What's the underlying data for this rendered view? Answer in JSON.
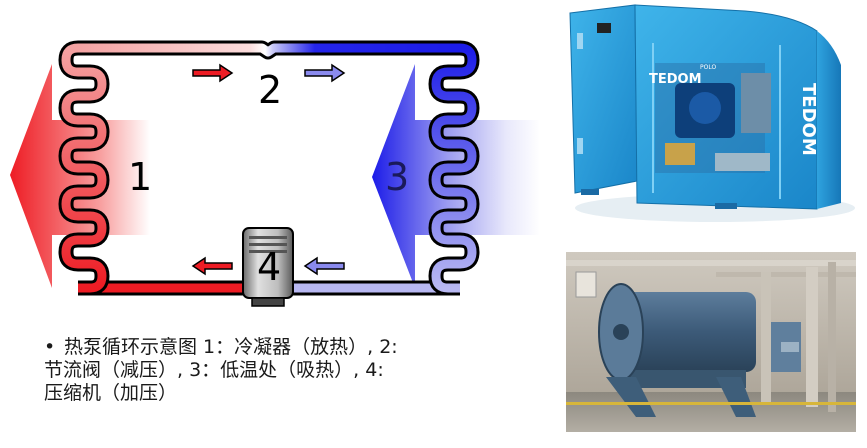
{
  "diagram": {
    "labels": {
      "condenser": "1",
      "valve": "2",
      "evaporator": "3",
      "compressor": "4"
    },
    "colors": {
      "hot": "#ee1c24",
      "hot_light": "#f6a3a3",
      "cold": "#1c1ce8",
      "cold_light": "#b8b8f2"
    }
  },
  "caption": {
    "line1": "热泵循环示意图 1：冷凝器（放热）, 2:",
    "line2": "节流阀（减压）, 3：低温处（吸热）, 4:",
    "line3": "压缩机（加压）"
  },
  "photos": {
    "top": {
      "brand": "TEDOM",
      "brand_side": "TEDOM",
      "small_text": "POLO"
    }
  }
}
